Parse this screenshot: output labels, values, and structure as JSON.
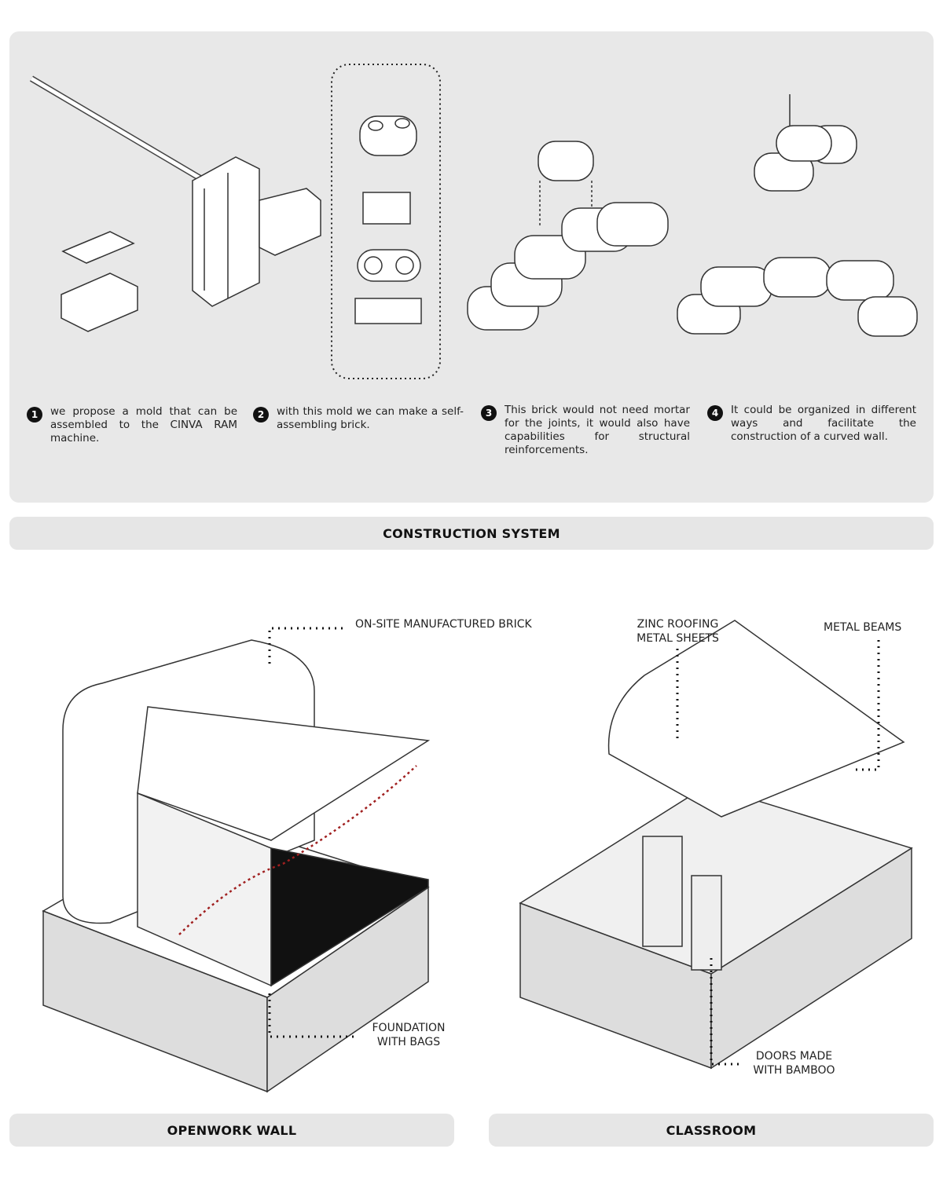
{
  "steps": [
    {
      "num": "1",
      "text": "we propose a mold that can be assembled to the CINVA RAM machine."
    },
    {
      "num": "2",
      "text": "with this mold we can make a self-assembling brick."
    },
    {
      "num": "3",
      "text": "This brick would not need mortar for the joints, it would also have capabilities for structural reinforcements."
    },
    {
      "num": "4",
      "text": "It could be organized in different ways and facilitate the construction of a curved wall."
    }
  ],
  "section_titles": {
    "construction": "CONSTRUCTION SYSTEM",
    "openwork": "OPENWORK WALL",
    "classroom": "CLASSROOM"
  },
  "labels": {
    "brick": "ON-SITE MANUFACTURED BRICK",
    "foundation": "FOUNDATION WITH BAGS",
    "zinc": "ZINC ROOFING METAL SHEETS",
    "beams": "METAL BEAMS",
    "doors": "DOORS MADE WITH BAMBOO"
  }
}
